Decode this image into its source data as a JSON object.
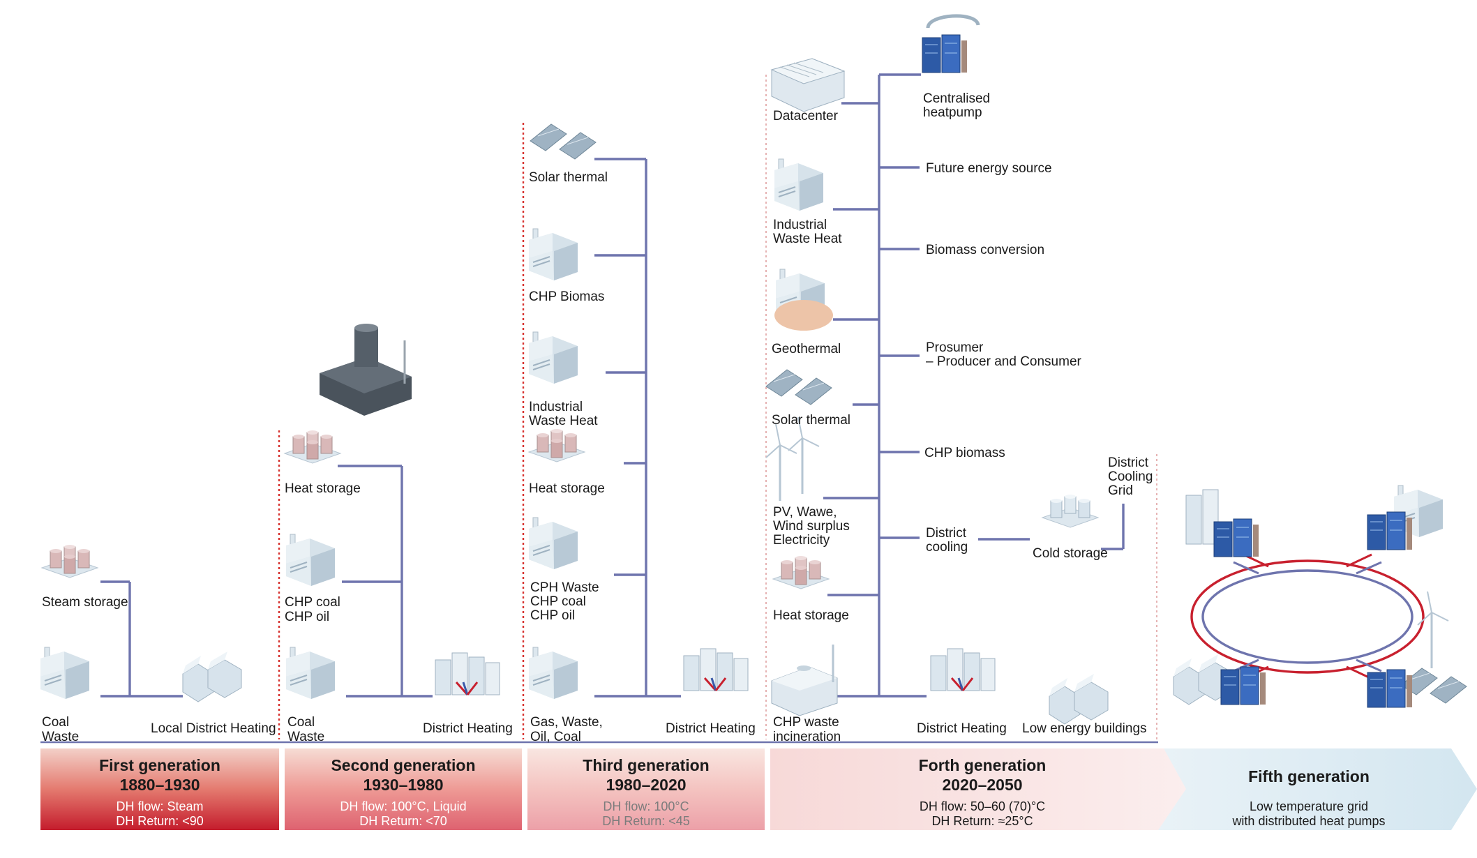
{
  "generations": [
    {
      "title": "First generation",
      "years": "1880–1930",
      "flow": "DH flow: Steam",
      "ret": "DH Return: <90"
    },
    {
      "title": "Second generation",
      "years": "1930–1980",
      "flow": "DH flow: 100°C, Liquid",
      "ret": "DH Return: <70"
    },
    {
      "title": "Third generation",
      "years": "1980–2020",
      "flow": "DH flow: 100°C",
      "ret": "DH Return: <45"
    },
    {
      "title": "Forth generation",
      "years": "2020–2050",
      "flow": "DH flow: 50–60 (70)°C",
      "ret": "DH Return: ≈25°C"
    },
    {
      "title": "Fifth generation",
      "line1": "Low temperature grid",
      "line2": "with distributed heat pumps"
    }
  ],
  "gen1": {
    "steam_storage": "Steam storage",
    "coal": "Coal",
    "waste": "Waste",
    "local_dh": "Local District Heating"
  },
  "gen2": {
    "heat_storage": "Heat storage",
    "chp_coal": "CHP coal",
    "chp_oil": "CHP oil",
    "coal": "Coal",
    "waste": "Waste",
    "dh": "District Heating"
  },
  "gen3": {
    "solar": "Solar thermal",
    "chp_biomas": "CHP Biomas",
    "iwh1": "Industrial",
    "iwh2": "Waste Heat",
    "heat_storage": "Heat storage",
    "cph1": "CPH Waste",
    "cph2": "CHP coal",
    "cph3": "CHP oil",
    "gw1": "Gas, Waste,",
    "gw2": "Oil, Coal",
    "dh": "District Heating"
  },
  "gen4": {
    "datacenter": "Datacenter",
    "iwh1": "Industrial",
    "iwh2": "Waste Heat",
    "geothermal": "Geothermal",
    "solar": "Solar thermal",
    "pv1": "PV, Wawe,",
    "pv2": "Wind surplus",
    "pv3": "Electricity",
    "heat_storage": "Heat storage",
    "chp1": "CHP waste",
    "chp2": "incineration",
    "dh": "District Heating",
    "low_energy": "Low energy buildings",
    "heatpump1": "Centralised",
    "heatpump2": "heatpump",
    "future": "Future energy source",
    "biomass": "Biomass conversion",
    "prosumer1": "Prosumer",
    "prosumer2": "– Producer and Consumer",
    "chp_biomass": "CHP biomass",
    "dc1": "District",
    "dc2": "cooling",
    "cold_storage": "Cold storage",
    "dcg1": "District",
    "dcg2": "Cooling",
    "dcg3": "Grid"
  },
  "colors": {
    "grid_line": "#6e74ad",
    "gen1_band": "#c8202e",
    "gen2_band": "#e0707a",
    "gen3_band": "#efb0b3",
    "gen4_band": "#f6d6d6",
    "gen5_band": "#dcebf3",
    "ring_red": "#c8202e",
    "ring_blue": "#6e74ad"
  }
}
